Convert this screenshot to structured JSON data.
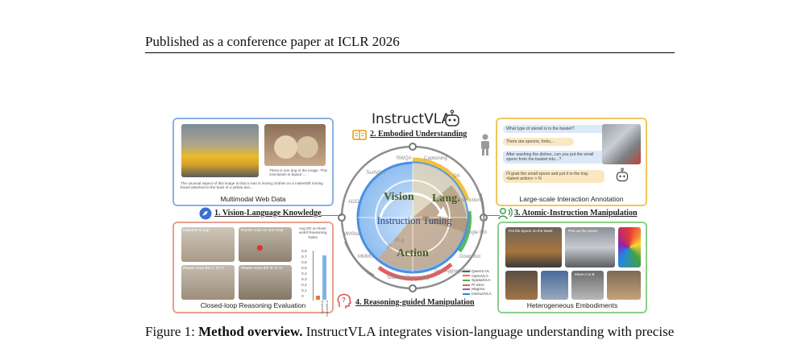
{
  "header": {
    "text": "Published as a conference paper at ICLR 2026"
  },
  "caption": {
    "label": "Figure 1:",
    "bold": "Method overview.",
    "text": " InstructVLA integrates vision-language understanding with precise"
  },
  "brand": {
    "name": "InstructVLA"
  },
  "sections": {
    "s1": "1. Vision-Language Knowledge",
    "s2": "2. Embodied Understanding",
    "s3": "3. Atomic-Instruction Manipulation",
    "s4": "4. Reasoning-guided Manipulation"
  },
  "panels": {
    "web": {
      "title": "Multimodal Web Data",
      "text_left": "The unusual aspect of this image is that a man is ironing clothes on a makeshift ironing board attached to the back of a yellow taxi...",
      "text_right": "There is one dog in the image. This conclusion is based ..."
    },
    "annotation": {
      "title": "Large-scale Interaction Annotation",
      "chat": [
        "What type of utensil is in the basket?",
        "There are spoons, forks,...",
        "After washing the dishes, can you put the small spoon from the basket into...?",
        "I'll grab the small spoon and put it in the tray. <latent action> × N"
      ]
    },
    "closed_loop": {
      "title": "Closed-loop Reasoning Evaluation",
      "frame_labels": [
        "Inductive to say:",
        "Put the cube on one Goal",
        "Please move the 'L' to 'V'",
        "Please move the 'B' to 'A'"
      ],
      "chart_title": "Avg SR on Real-world Reasoning Tasks",
      "ticks": [
        "0.8",
        "0.7",
        "0.6",
        "0.5",
        "0.4",
        "0.3",
        "0.2",
        "0.1",
        "0"
      ],
      "bar_labels": [
        "OpenVLA",
        "InstructVLA"
      ]
    },
    "embodiments": {
      "title": "Heterogeneous Embodiments",
      "frame_labels": [
        "Put the spoon on the towel",
        "Pick up the spoon",
        "Move A to B"
      ]
    }
  },
  "wheel": {
    "quadrants": [
      "Vision",
      "Lang.",
      "Action"
    ],
    "center": "Instruction Tuning",
    "outer_labels": [
      "RWQA",
      "Captioning",
      "TextVQA",
      "QA",
      "AI2D",
      "Instruction",
      "MMStar",
      "Google Bot",
      "MMMU",
      "Down Bot",
      "Situated Reasoning",
      "Task Aggregation"
    ],
    "inner_labels": [
      "IR",
      "IR-g"
    ]
  },
  "legend": [
    {
      "name": "Qwen2-VL",
      "color": "#3b5fa8"
    },
    {
      "name": "OpenVLA",
      "color": "#e07a3a"
    },
    {
      "name": "SpatialVLA",
      "color": "#4caf50"
    },
    {
      "name": "Pi-Zero",
      "color": "#e35b6b"
    },
    {
      "name": "Magma",
      "color": "#9b59b6"
    },
    {
      "name": "InstructVLA",
      "color": "#2e86de"
    }
  ]
}
